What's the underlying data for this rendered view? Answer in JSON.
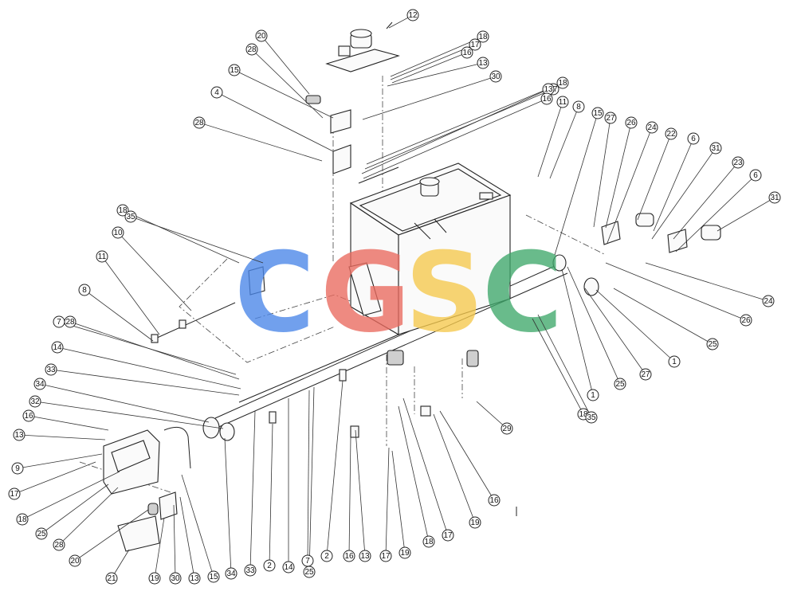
{
  "watermark": {
    "letters": [
      "C",
      "G",
      "S",
      "C"
    ],
    "colors": [
      "#4A86E8",
      "#EA6A5E",
      "#F6C94C",
      "#3FA86B"
    ]
  },
  "callouts": [
    {
      "label": "12"
    },
    {
      "label": "18"
    },
    {
      "label": "17"
    },
    {
      "label": "16"
    },
    {
      "label": "13"
    },
    {
      "label": "30"
    },
    {
      "label": "18"
    },
    {
      "label": "17"
    },
    {
      "label": "13"
    },
    {
      "label": "16"
    },
    {
      "label": "20"
    },
    {
      "label": "28"
    },
    {
      "label": "15"
    },
    {
      "label": "4"
    },
    {
      "label": "28"
    },
    {
      "label": "11"
    },
    {
      "label": "8"
    },
    {
      "label": "15"
    },
    {
      "label": "27"
    },
    {
      "label": "26"
    },
    {
      "label": "24"
    },
    {
      "label": "22"
    },
    {
      "label": "6"
    },
    {
      "label": "31"
    },
    {
      "label": "23"
    },
    {
      "label": "6"
    },
    {
      "label": "31"
    },
    {
      "label": "18"
    },
    {
      "label": "35"
    },
    {
      "label": "10"
    },
    {
      "label": "11"
    },
    {
      "label": "8"
    },
    {
      "label": "7"
    },
    {
      "label": "28"
    },
    {
      "label": "14"
    },
    {
      "label": "33"
    },
    {
      "label": "34"
    },
    {
      "label": "32"
    },
    {
      "label": "16"
    },
    {
      "label": "13"
    },
    {
      "label": "9"
    },
    {
      "label": "17"
    },
    {
      "label": "18"
    },
    {
      "label": "25"
    },
    {
      "label": "28"
    },
    {
      "label": "20"
    },
    {
      "label": "21"
    },
    {
      "label": "19"
    },
    {
      "label": "30"
    },
    {
      "label": "13"
    },
    {
      "label": "15"
    },
    {
      "label": "34"
    },
    {
      "label": "33"
    },
    {
      "label": "2"
    },
    {
      "label": "14"
    },
    {
      "label": "7"
    },
    {
      "label": "25"
    },
    {
      "label": "2"
    },
    {
      "label": "16"
    },
    {
      "label": "13"
    },
    {
      "label": "17"
    },
    {
      "label": "19"
    },
    {
      "label": "18"
    },
    {
      "label": "17"
    },
    {
      "label": "19"
    },
    {
      "label": "16"
    },
    {
      "label": "29"
    },
    {
      "label": "18"
    },
    {
      "label": "35"
    },
    {
      "label": "1"
    },
    {
      "label": "25"
    },
    {
      "label": "27"
    },
    {
      "label": "1"
    },
    {
      "label": "25"
    },
    {
      "label": "26"
    },
    {
      "label": "24"
    }
  ],
  "colors": {
    "line": "#222222",
    "background": "#ffffff"
  }
}
